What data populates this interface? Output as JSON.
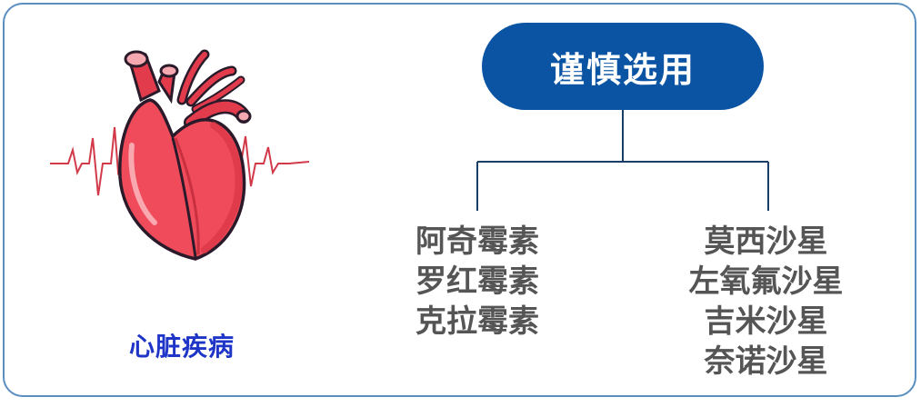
{
  "condition": {
    "label": "心脏疾病",
    "icon": "heart-with-ecg-icon"
  },
  "category": {
    "label": "谨慎选用"
  },
  "groups": [
    {
      "items": [
        "阿奇霉素",
        "罗红霉素",
        "克拉霉素"
      ]
    },
    {
      "items": [
        "莫西沙星",
        "左氧氟沙星",
        "吉米沙星",
        "奈诺沙星"
      ]
    }
  ],
  "colors": {
    "border": "#5a8fc0",
    "pill": "#0a54a3",
    "caption": "#1f35c7",
    "drug_text": "#555555",
    "line": "#1a3f66",
    "heart": "#ef4b5a",
    "ecg": "#d23a4a"
  }
}
